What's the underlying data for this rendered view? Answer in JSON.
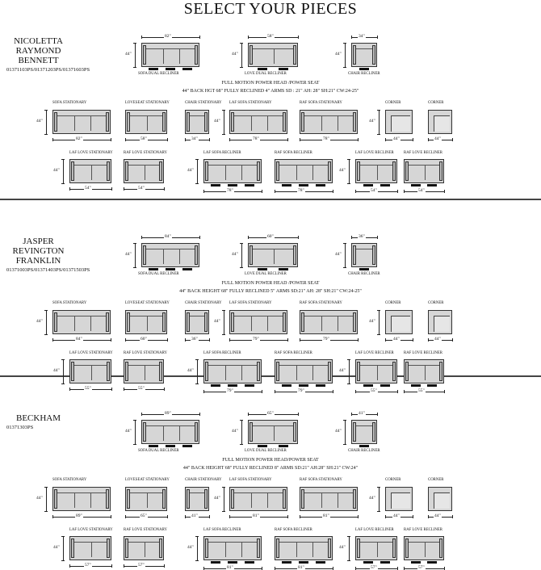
{
  "page": {
    "title": "SELECT YOUR PIECES"
  },
  "sections": [
    {
      "family": [
        "NICOLETTA",
        "RAYMOND",
        "BENNETT"
      ],
      "codes": "01371103PS/01371203PS/01371603PS",
      "specs": [
        "FULL MOTION POWER HEAD /POWER SEAT",
        "44\" BACK HGT      68\" FULLY RECLINED      4\" ARMS  SD : 21\"  AH: 28\"  SH:21\"    CW:24-25\""
      ],
      "top": [
        {
          "label": "SOFA DUAL RECLINER",
          "w": "82\"",
          "d": "44\""
        },
        {
          "label": "LOVE DUAL RECLINER",
          "w": "58\"",
          "d": "44\""
        },
        {
          "label": "CHAIR RECLINER",
          "w": "34\"",
          "d": "44\""
        }
      ],
      "row2": [
        {
          "label": "SOFA STATIONARY",
          "w": "82\""
        },
        {
          "label": "LOVESEAT STATIONARY",
          "w": "58\""
        },
        {
          "label": "CHAIR STATIONARY",
          "w": "34\""
        },
        {
          "label": "LAF SOFA STATIONARY",
          "w": "78\""
        },
        {
          "label": "RAF SOFA STATIONARY",
          "w": "78\""
        },
        {
          "label": "CORNER",
          "w": "44\""
        },
        {
          "label": "CORNER",
          "w": "44\""
        }
      ],
      "row3": [
        {
          "label": "LAF LOVE STATIONARY",
          "w": "54\""
        },
        {
          "label": "RAF LOVE STATIONARY",
          "w": "54\""
        },
        {
          "label": "LAF SOFA RECLINER",
          "w": "78\""
        },
        {
          "label": "RAF SOFA RECLINER",
          "w": "78\""
        },
        {
          "label": "LAF LOVE RECLINER",
          "w": "54\""
        },
        {
          "label": "RAF LOVE RECLINER",
          "w": "54\""
        }
      ],
      "depth": "44\""
    },
    {
      "family": [
        "JASPER",
        "REVINGTON",
        "FRANKLIN"
      ],
      "codes": "01371003PS/01371403PS/01371503PS",
      "specs": [
        "FULL MOTION POWER HEAD /POWER SEAT",
        "44\" BACK HEIGHT  68\" FULLY RECLINED   5\" ARMS  SD:21\"  AH: 28\"  SH:21\"   CW:24-25\""
      ],
      "top": [
        {
          "label": "SOFA DUAL RECLINER",
          "w": "84\"",
          "d": "44\""
        },
        {
          "label": "LOVE DUAL RECLINER",
          "w": "60\"",
          "d": "44\""
        },
        {
          "label": "CHAIR RECLINER",
          "w": "36\"",
          "d": "44\""
        }
      ],
      "row2": [
        {
          "label": "SOFA STATIONARY",
          "w": "84\""
        },
        {
          "label": "LOVESEAT STATIONARY",
          "w": "60\""
        },
        {
          "label": "CHAIR STATIONARY",
          "w": "36\""
        },
        {
          "label": "LAF SOFA STATIONARY",
          "w": "79\""
        },
        {
          "label": "RAF SOFA STATIONARY",
          "w": "79\""
        },
        {
          "label": "CORNER",
          "w": "44\""
        },
        {
          "label": "CORNER",
          "w": "44\""
        }
      ],
      "row3": [
        {
          "label": "LAF LOVE STATIONARY",
          "w": "55\""
        },
        {
          "label": "RAF LOVE STATIONARY",
          "w": "55\""
        },
        {
          "label": "LAF SOFA RECLINER",
          "w": "79\""
        },
        {
          "label": "RAF SOFA RECLINER",
          "w": "79\""
        },
        {
          "label": "LAF LOVE RECLINER",
          "w": "55\""
        },
        {
          "label": "RAF LOVE RECLINER",
          "w": "55\""
        }
      ],
      "depth": "44\""
    },
    {
      "family": [
        "BECKHAM"
      ],
      "codes": "01371303PS",
      "specs": [
        "FULL MOTION POWER HEAD/POWER SEAT",
        "44\" BACK HEIGHT  68\" FULLY RECLINED   8\" ARMS  SD:21\"  AH:28\"  SH:21\"  CW:24\""
      ],
      "top": [
        {
          "label": "SOFA DUAL RECLINER",
          "w": "89\"",
          "d": "44\""
        },
        {
          "label": "LOVE DUAL RECLINER",
          "w": "65\"",
          "d": "44\""
        },
        {
          "label": "CHAIR RECLINER",
          "w": "41\"",
          "d": "44\""
        }
      ],
      "row2": [
        {
          "label": "SOFA STATIONARY",
          "w": "89\""
        },
        {
          "label": "LOVESEAT STATIONARY",
          "w": "65\""
        },
        {
          "label": "CHAIR STATIONARY",
          "w": "41\""
        },
        {
          "label": "LAF SOFA STATIONARY",
          "w": "81\""
        },
        {
          "label": "RAF SOFA STATIONARY",
          "w": "81\""
        },
        {
          "label": "CORNER",
          "w": "44\""
        },
        {
          "label": "CORNER",
          "w": "44\""
        }
      ],
      "row3": [
        {
          "label": "LAF LOVE STATIONARY",
          "w": "57\""
        },
        {
          "label": "RAF LOVE STATIONARY",
          "w": "57\""
        },
        {
          "label": "LAF SOFA RECLINER",
          "w": "81\""
        },
        {
          "label": "RAF SOFA RECLINER",
          "w": "81\""
        },
        {
          "label": "LAF LOVE RECLINER",
          "w": "57\""
        },
        {
          "label": "RAF LOVE RECLINER",
          "w": "57\""
        }
      ],
      "depth": "44\""
    }
  ]
}
